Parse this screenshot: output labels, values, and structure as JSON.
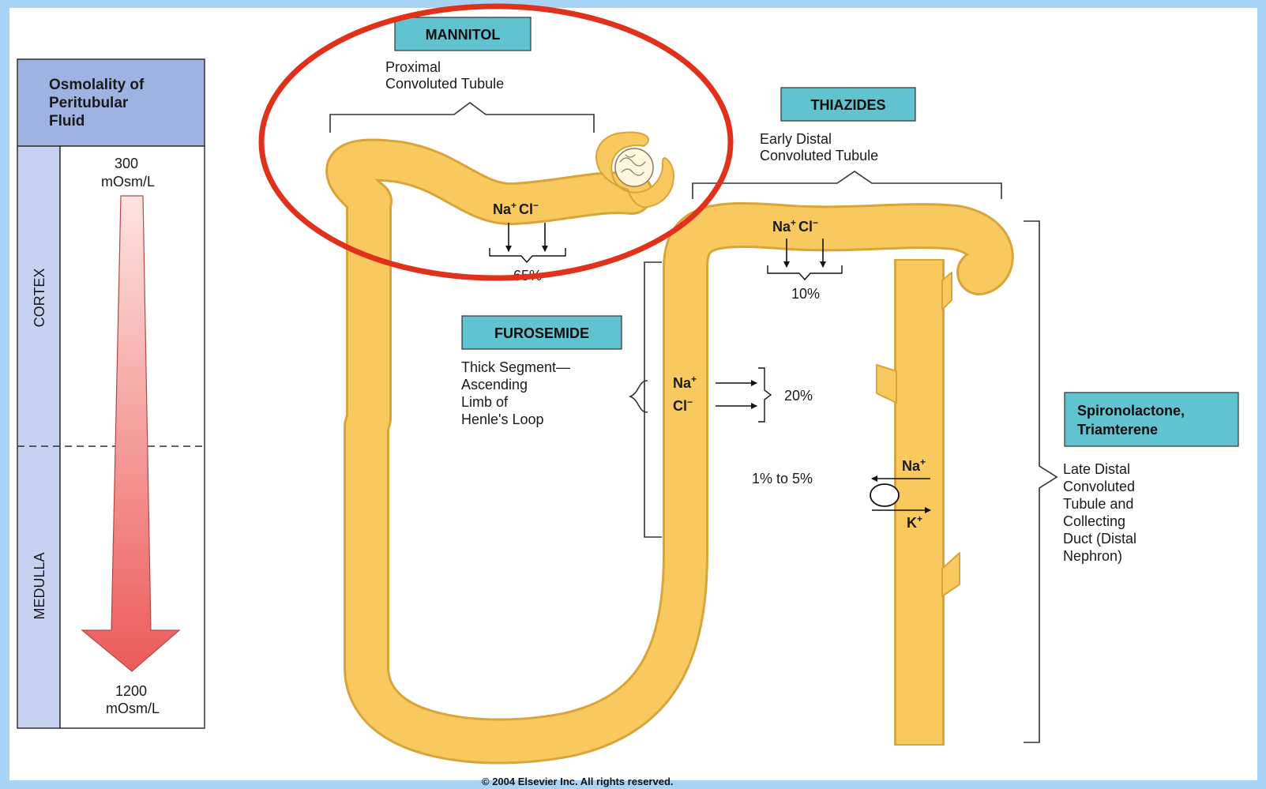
{
  "scale": {
    "title_lines": [
      "Osmolality of",
      "Peritubular",
      "Fluid"
    ],
    "cortex_label": "CORTEX",
    "medulla_label": "MEDULLA",
    "top_value": "300",
    "top_unit": "mOsm/L",
    "bottom_value": "1200",
    "bottom_unit": "mOsm/L"
  },
  "drugs": {
    "mannitol": "MANNITOL",
    "thiazides": "THIAZIDES",
    "furosemide": "FUROSEMIDE",
    "spironolactone_line1": "Spironolactone,",
    "spironolactone_line2": "Triamterene"
  },
  "segments": {
    "proximal_line1": "Proximal",
    "proximal_line2": "Convoluted Tubule",
    "early_distal_line1": "Early Distal",
    "early_distal_line2": "Convoluted Tubule",
    "thick_line1": "Thick Segment—",
    "thick_line2": "Ascending",
    "thick_line3": "Limb of",
    "thick_line4": "Henle's Loop",
    "late_line1": "Late Distal",
    "late_line2": "Convoluted",
    "late_line3": "Tubule and",
    "late_line4": "Collecting",
    "late_line5": "Duct (Distal",
    "late_line6": "Nephron)"
  },
  "ions": {
    "na": "Na",
    "cl": "Cl",
    "k": "K",
    "sup_plus": "+",
    "sup_minus": "−"
  },
  "percentages": {
    "proximal": "65%",
    "early_distal": "10%",
    "thick_limb": "20%",
    "late_distal": "1% to 5%"
  },
  "copyright": "© 2004 Elsevier Inc. All rights reserved.",
  "colors": {
    "tubule_fill": "#f8c95f",
    "tubule_stroke": "#d9a53a",
    "label_box": "#62c3d0",
    "scale_header": "#9eb3e2",
    "scale_side": "#c7d2f0",
    "highlight_circle": "#e2311b",
    "frame_bg": "#a9d3f5",
    "arrow_top": "#fde2de",
    "arrow_bottom": "#ec5a5a"
  }
}
